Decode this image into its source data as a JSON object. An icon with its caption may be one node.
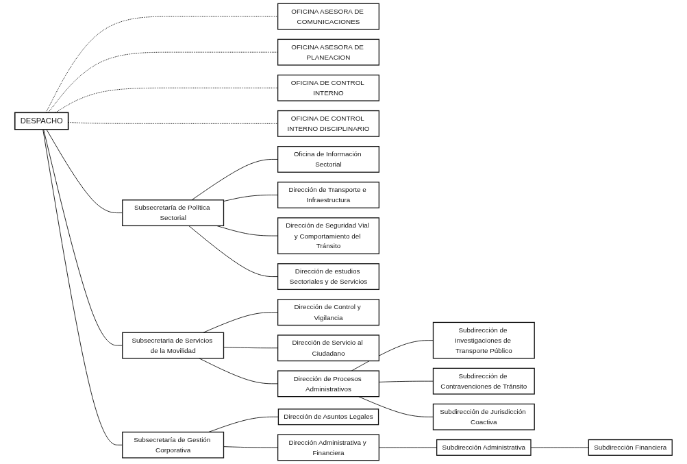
{
  "diagram": {
    "nodes": [
      {
        "text": [
          "DESPACHO"
        ]
      },
      {
        "text": [
          "OFICINA ASESORA DE COMUNICACIONES"
        ]
      },
      {
        "text": [
          "OFICINA ASESORA DE PLANEACION"
        ]
      },
      {
        "text": [
          "OFICINA DE CONTROL INTERNO"
        ]
      },
      {
        "text": [
          "OFICINA DE CONTROL INTERNO DISCIPLINARIO"
        ]
      },
      {
        "text": [
          "Subsecretaría de Política Sectorial"
        ]
      },
      {
        "text": [
          "Subsecretaria de Servicios de la Movilidad"
        ]
      },
      {
        "text": [
          "Subsecretaría de Gestión Corporativa"
        ]
      },
      {
        "text": [
          "Oficina de Información Sectorial"
        ]
      },
      {
        "text": [
          "Dirección de Transporte e Infraestructura"
        ]
      },
      {
        "text": [
          "Dirección de Seguridad Vial y Comportamiento del Tránsito"
        ]
      },
      {
        "text": [
          "Dirección de estudios Sectoriales y de Servicios"
        ]
      },
      {
        "text": [
          "Dirección de Control y Vigilancia"
        ]
      },
      {
        "text": [
          "Dirección de Servicio al Ciudadano"
        ]
      },
      {
        "text": [
          "Dirección de Procesos Administrativos"
        ]
      },
      {
        "text": [
          "Subdirección de Investigaciones de Transporte Público"
        ]
      },
      {
        "text": [
          "Subdirección de Contravenciones de Tránsito"
        ]
      },
      {
        "text": [
          "Subdirección de Jurisdicción Coactiva"
        ]
      },
      {
        "text": [
          "Dirección de Asuntos Legales"
        ]
      },
      {
        "text": [
          "Dirección Administrativa y Financiera"
        ]
      },
      {
        "text": [
          "Subdirección Administrativa"
        ]
      },
      {
        "text": [
          "Subdirección Financiera"
        ]
      }
    ],
    "edges": [
      {
        "from": 0,
        "to": 1,
        "arrow": "none",
        "style": "dashed"
      },
      {
        "from": 0,
        "to": 2,
        "arrow": "none",
        "style": "dashed"
      },
      {
        "from": 0,
        "to": 3,
        "arrow": "none",
        "style": "dashed"
      },
      {
        "from": 0,
        "to": 4,
        "arrow": "none",
        "style": "dashed"
      },
      {
        "from": 0,
        "to": 5,
        "arrow": "none"
      },
      {
        "from": 0,
        "to": 6,
        "arrow": "none"
      },
      {
        "from": 0,
        "to": 7,
        "arrow": "none"
      },
      {
        "from": 5,
        "to": 8,
        "arrow": "none"
      },
      {
        "from": 5,
        "to": 9,
        "arrow": "none"
      },
      {
        "from": 5,
        "to": 10,
        "arrow": "none"
      },
      {
        "from": 5,
        "to": 11,
        "arrow": "none"
      },
      {
        "from": 6,
        "to": 12,
        "arrow": "none"
      },
      {
        "from": 6,
        "to": 13,
        "arrow": "none"
      },
      {
        "from": 6,
        "to": 14,
        "arrow": "none"
      },
      {
        "from": 14,
        "to": 15,
        "arrow": "none"
      },
      {
        "from": 14,
        "to": 16,
        "arrow": "none"
      },
      {
        "from": 14,
        "to": 17,
        "arrow": "none"
      },
      {
        "from": 7,
        "to": 18,
        "arrow": "none"
      },
      {
        "from": 7,
        "to": 19,
        "arrow": "none"
      },
      {
        "from": 19,
        "to": 20,
        "arrow": "none"
      },
      {
        "from": 20,
        "to": 21,
        "arrow": "none"
      }
    ]
  }
}
